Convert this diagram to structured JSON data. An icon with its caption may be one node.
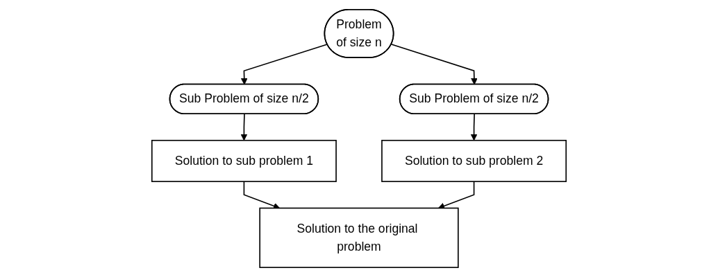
{
  "diagram": {
    "nodes": [
      {
        "text": [
          "Problem",
          "of size n"
        ]
      },
      {
        "text": [
          "Sub Problem of size n/2"
        ]
      },
      {
        "text": [
          "Sub Problem of size n/2"
        ]
      },
      {
        "text": [
          "Solution to sub problem 1"
        ]
      },
      {
        "text": [
          "Solution to sub problem 2"
        ]
      },
      {
        "text": [
          "Solution to the original problem"
        ]
      }
    ],
    "edges": [
      {
        "from": 0,
        "to": 1,
        "arrow": "to"
      },
      {
        "from": 0,
        "to": 2,
        "arrow": "to"
      },
      {
        "from": 1,
        "to": 3,
        "arrow": "to"
      },
      {
        "from": 2,
        "to": 4,
        "arrow": "to"
      },
      {
        "from": 3,
        "to": 5,
        "arrow": "to"
      },
      {
        "from": 4,
        "to": 5,
        "arrow": "to"
      }
    ]
  }
}
